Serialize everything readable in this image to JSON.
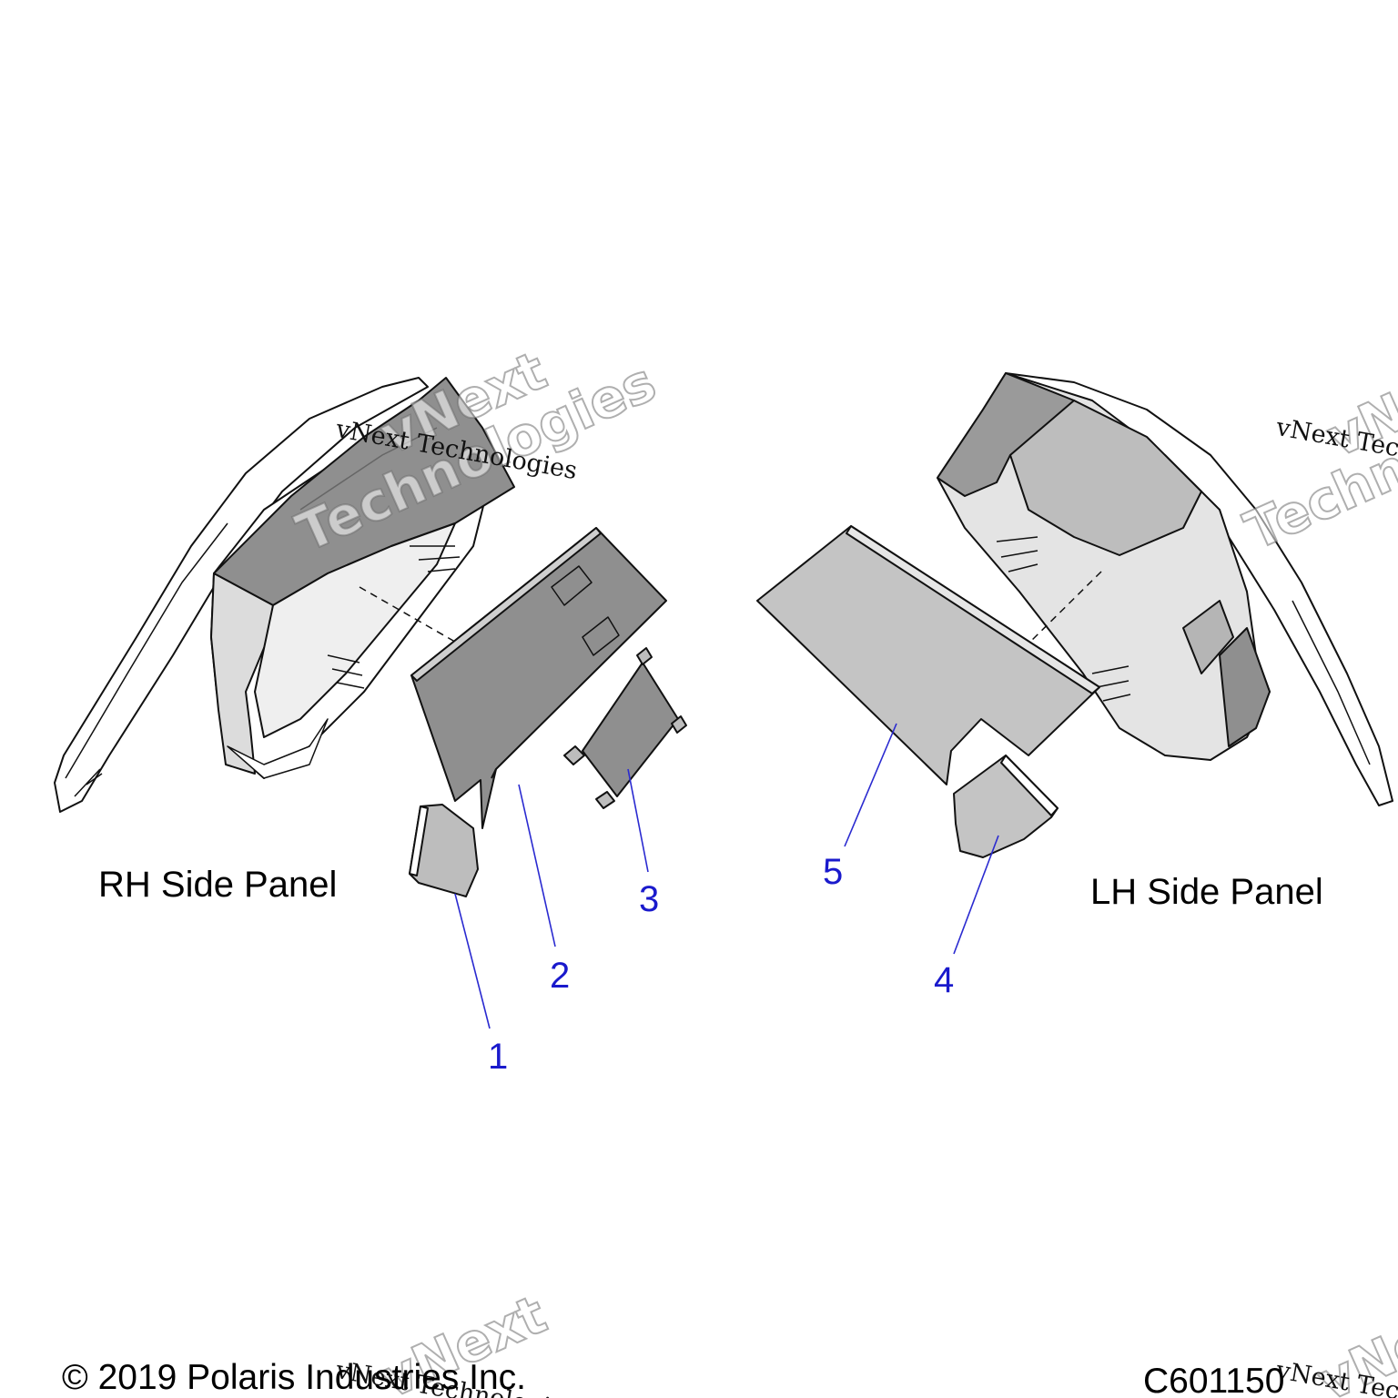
{
  "labels": {
    "rh_panel": "RH Side Panel",
    "lh_panel": "LH Side Panel",
    "copyright": "© 2019 Polaris Industries Inc.",
    "figure_id": "C601150"
  },
  "callouts": [
    "1",
    "2",
    "3",
    "4",
    "5"
  ],
  "watermark": {
    "text": "vNext Technologies",
    "word1": "vNext",
    "word2": "Technologies"
  },
  "colors": {
    "callout": "#1a1acc",
    "leader": "#2a2ad0",
    "panel_dark": "#8f8f8f",
    "panel_light": "#d4d4d4",
    "panel_mid": "#bcbcbc"
  }
}
